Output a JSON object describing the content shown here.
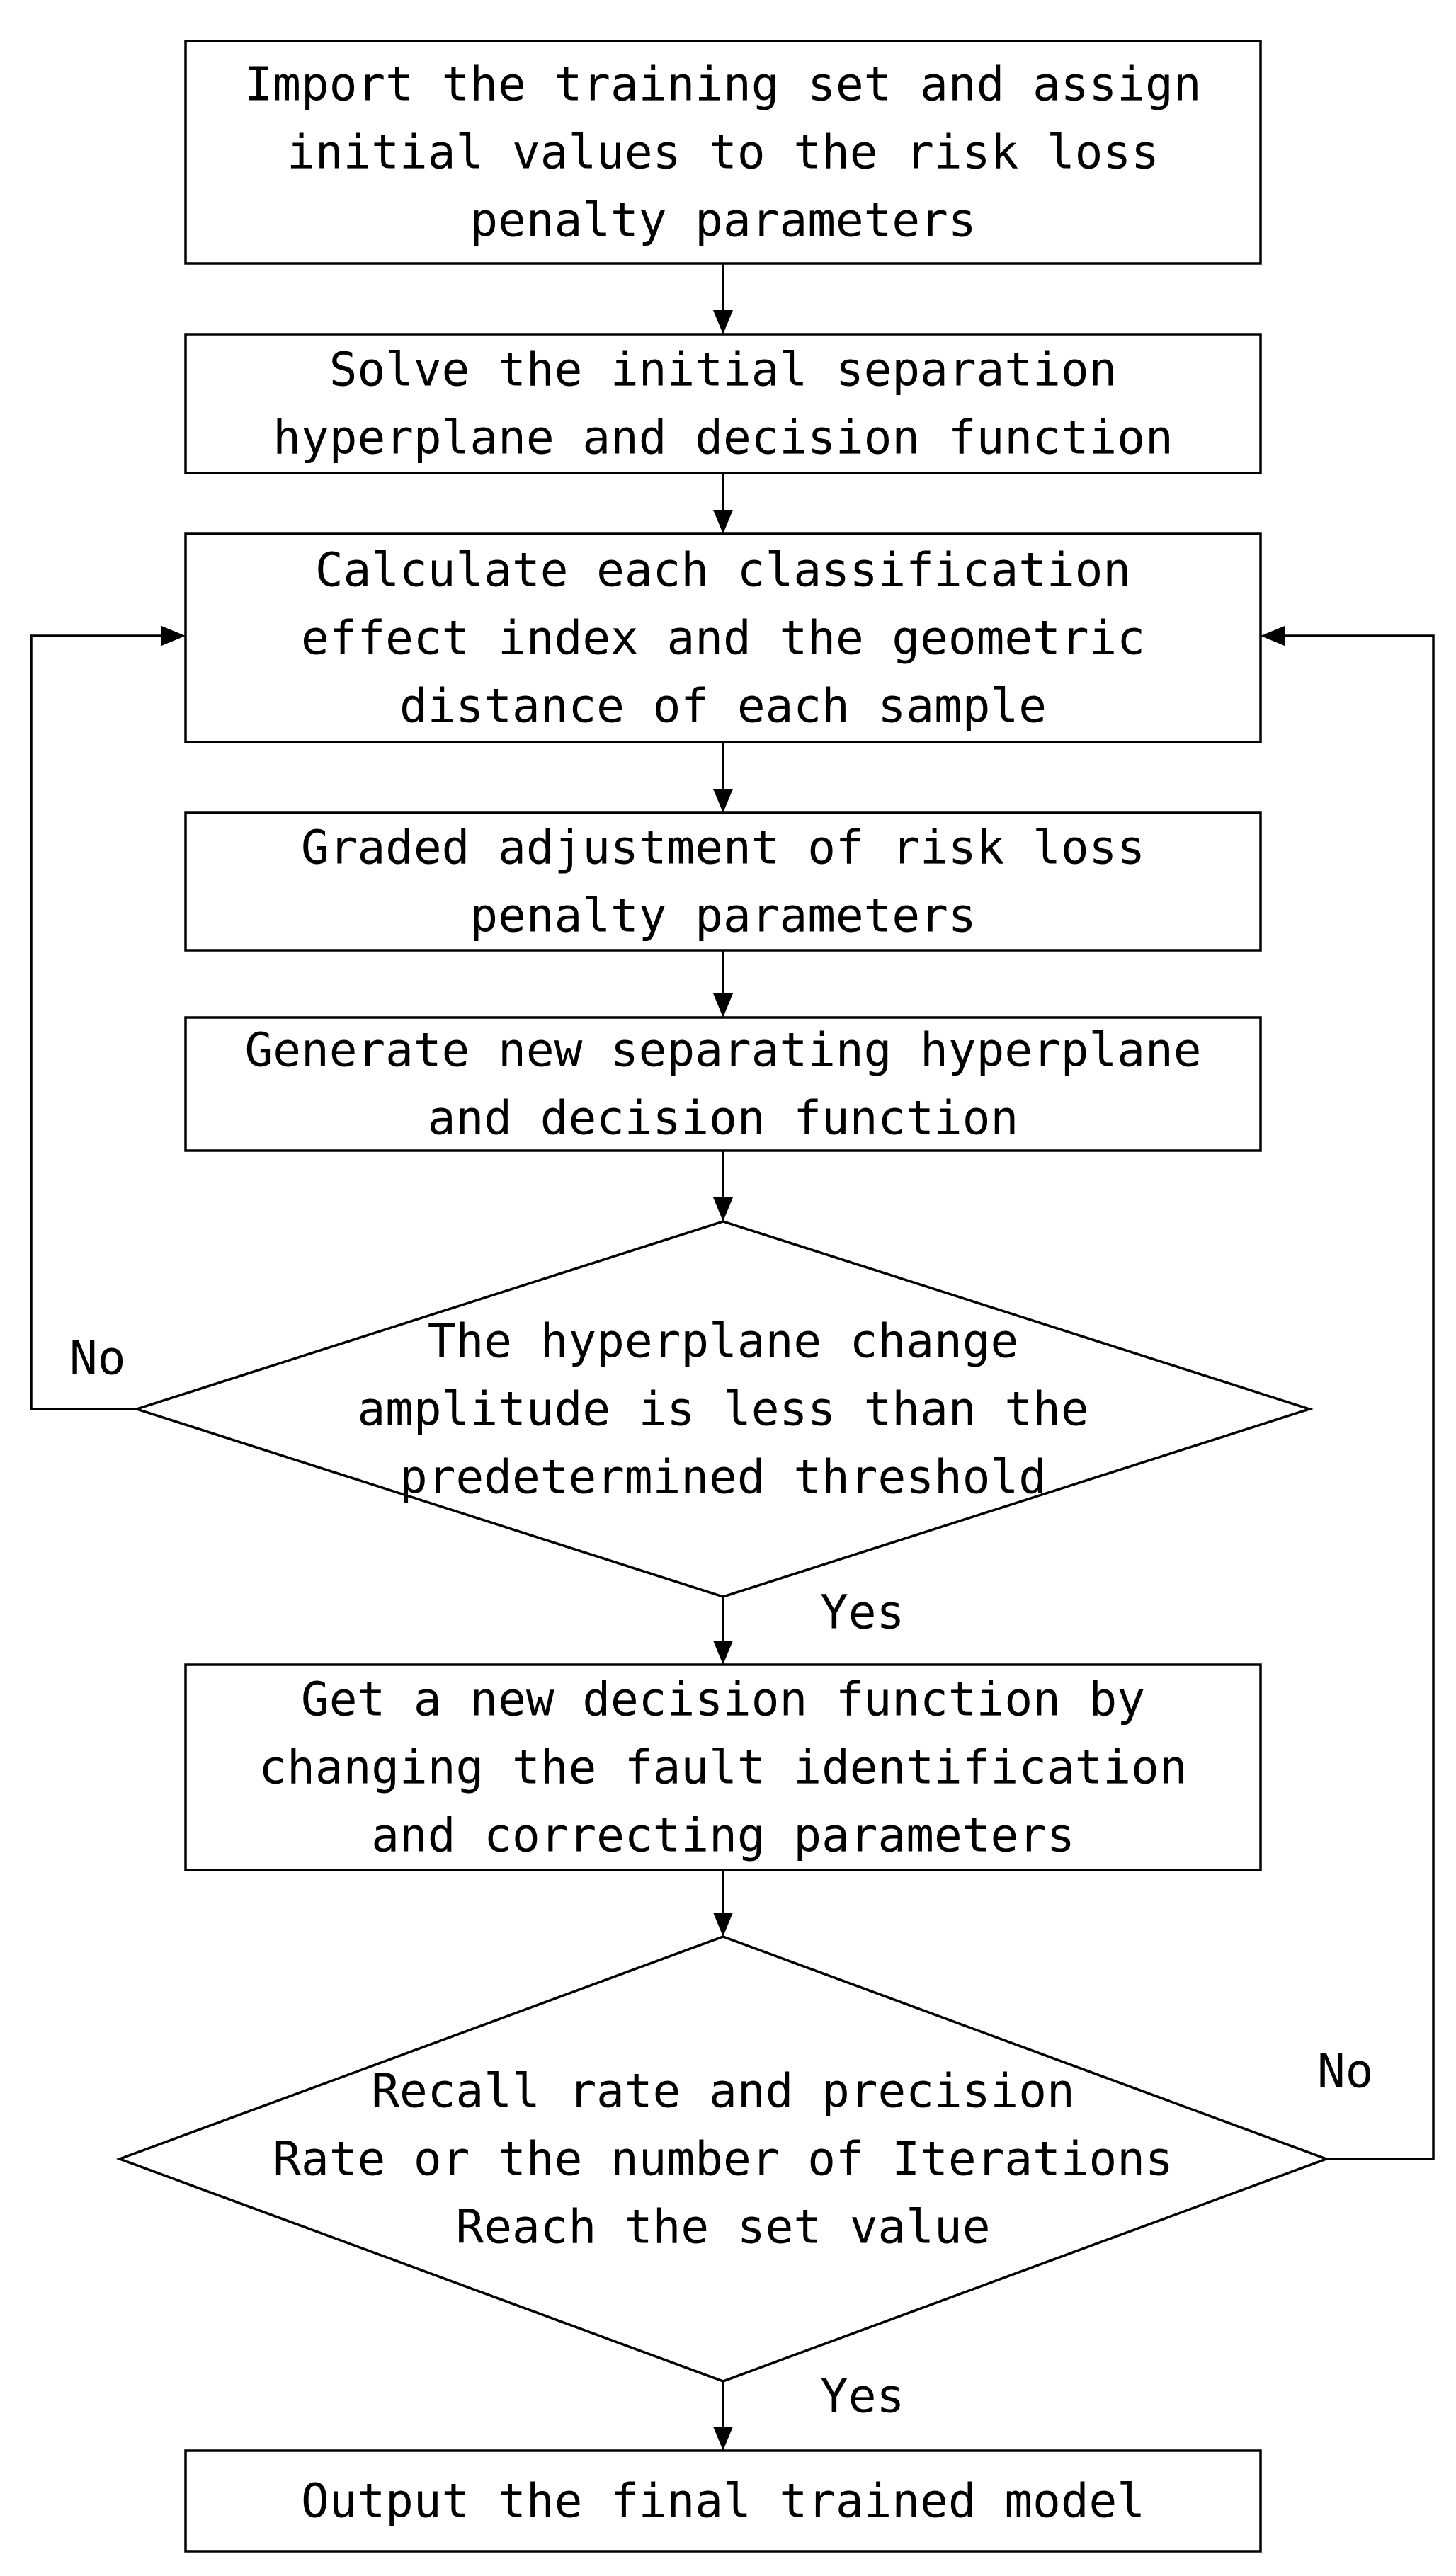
{
  "flowchart": {
    "nodes": [
      {
        "id": "import-training-set",
        "shape": "rectangle",
        "lines": [
          "Import the training set and assign",
          "initial values to the risk loss",
          "penalty parameters"
        ]
      },
      {
        "id": "solve-initial-hyperplane",
        "shape": "rectangle",
        "lines": [
          "Solve the initial separation",
          "hyperplane and decision function"
        ]
      },
      {
        "id": "calculate-effect-index",
        "shape": "rectangle",
        "lines": [
          "Calculate each classification",
          "effect index and the geometric",
          "distance of each sample"
        ]
      },
      {
        "id": "graded-adjustment",
        "shape": "rectangle",
        "lines": [
          "Graded adjustment of risk loss",
          "penalty parameters"
        ]
      },
      {
        "id": "generate-new-hyperplane",
        "shape": "rectangle",
        "lines": [
          "Generate new separating hyperplane",
          "and decision function"
        ]
      },
      {
        "id": "hyperplane-change-check",
        "shape": "diamond",
        "lines": [
          "The hyperplane change",
          "amplitude is less than the",
          "predetermined threshold"
        ]
      },
      {
        "id": "new-decision-function",
        "shape": "rectangle",
        "lines": [
          "Get a new decision function by",
          "changing the fault identification",
          "and correcting parameters"
        ]
      },
      {
        "id": "recall-precision-check",
        "shape": "diamond",
        "lines": [
          "Recall rate and precision",
          "Rate or the number of Iterations",
          "Reach the set value"
        ]
      },
      {
        "id": "output-final-model",
        "shape": "rectangle",
        "lines": [
          "Output the final trained model"
        ]
      }
    ],
    "edges": [
      {
        "id": "import-to-solve",
        "from": "import-training-set",
        "to": "solve-initial-hyperplane",
        "label": ""
      },
      {
        "id": "solve-to-calculate",
        "from": "solve-initial-hyperplane",
        "to": "calculate-effect-index",
        "label": ""
      },
      {
        "id": "calculate-to-graded",
        "from": "calculate-effect-index",
        "to": "graded-adjustment",
        "label": ""
      },
      {
        "id": "graded-to-generate",
        "from": "graded-adjustment",
        "to": "generate-new-hyperplane",
        "label": ""
      },
      {
        "id": "generate-to-check",
        "from": "generate-new-hyperplane",
        "to": "hyperplane-change-check",
        "label": ""
      },
      {
        "id": "check-yes-to-new-decision",
        "from": "hyperplane-change-check",
        "to": "new-decision-function",
        "label": "Yes"
      },
      {
        "id": "check-no-loop",
        "from": "hyperplane-change-check",
        "to": "calculate-effect-index",
        "label": "No"
      },
      {
        "id": "new-decision-to-recall",
        "from": "new-decision-function",
        "to": "recall-precision-check",
        "label": ""
      },
      {
        "id": "recall-yes-to-output",
        "from": "recall-precision-check",
        "to": "output-final-model",
        "label": "Yes"
      },
      {
        "id": "recall-no-loop",
        "from": "recall-precision-check",
        "to": "calculate-effect-index",
        "label": "No"
      }
    ]
  }
}
